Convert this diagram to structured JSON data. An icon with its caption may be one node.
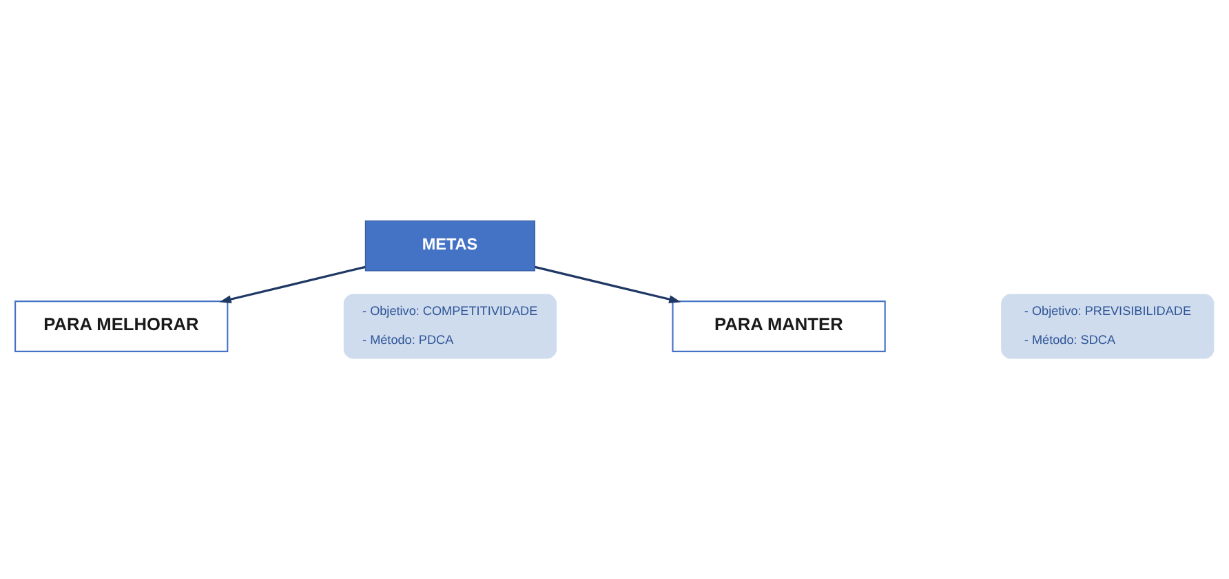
{
  "diagram": {
    "nodes": [
      {
        "text": [
          "METAS"
        ]
      },
      {
        "text": [
          "PARA MELHORAR"
        ]
      },
      {
        "text": [
          "- Objetivo: COMPETITIVIDADE",
          "- Método: PDCA"
        ]
      },
      {
        "text": [
          "PARA MANTER"
        ]
      },
      {
        "text": [
          "- Objetivo: PREVISIBILIDADE",
          "- Método: SDCA"
        ]
      }
    ],
    "edges": [
      {
        "from": 0,
        "to": 1,
        "arrow": "to"
      },
      {
        "from": 0,
        "to": 3,
        "arrow": "to"
      }
    ]
  }
}
